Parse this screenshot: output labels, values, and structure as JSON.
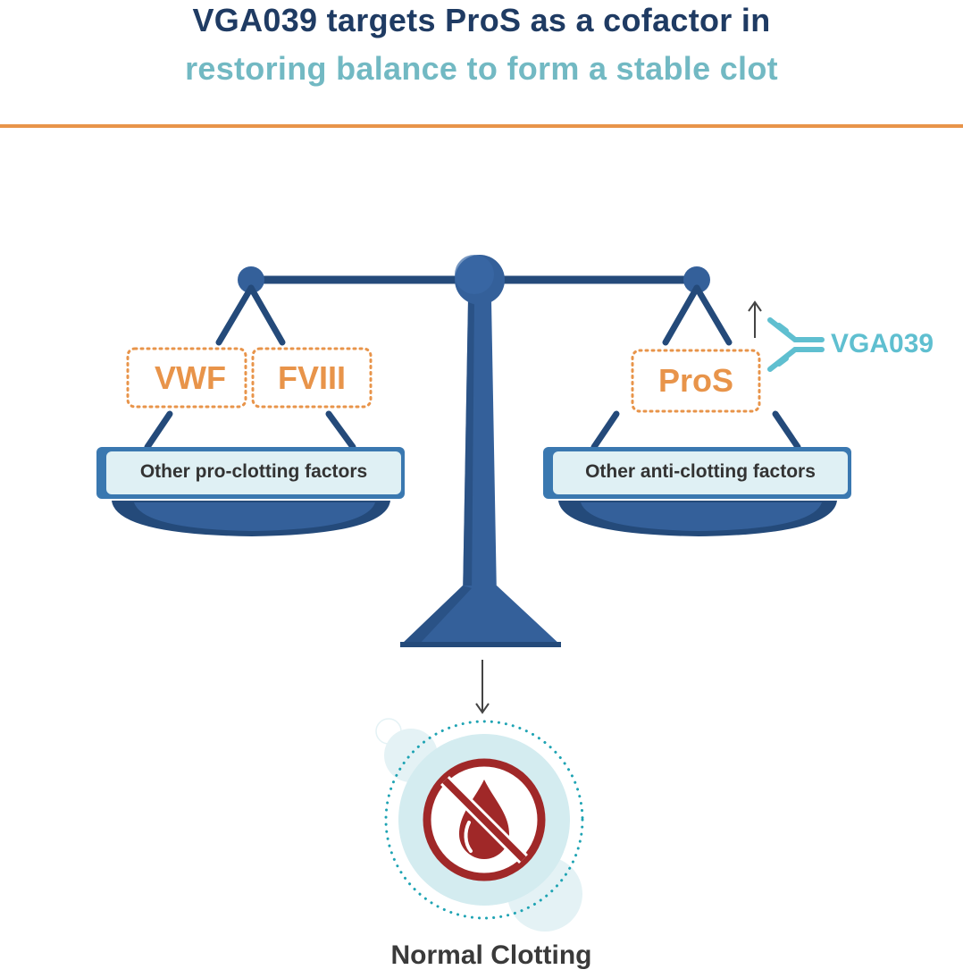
{
  "title": {
    "line1": "VGA039 targets ProS as a cofactor in",
    "line2": "restoring balance to form a stable clot"
  },
  "left_pan": {
    "factors": [
      "VWF",
      "FVIII"
    ],
    "label": "Other pro-clotting factors"
  },
  "right_pan": {
    "factors": [
      "ProS"
    ],
    "label": "Other anti-clotting factors"
  },
  "antibody": {
    "label": "VGA039",
    "icon": "antibody-icon"
  },
  "result": {
    "label": "Normal Clotting",
    "icon": "no-bleeding-icon"
  },
  "colors": {
    "title_dark": "#1f3b63",
    "title_teal": "#72b9c3",
    "divider": "#e8944a",
    "scale_blue": "#34609a",
    "scale_dark": "#244a7a",
    "factor_orange": "#e8944a",
    "antibody_teal": "#5fbfd0",
    "drop_red": "#a02828",
    "halo": "#d4ecf0"
  }
}
